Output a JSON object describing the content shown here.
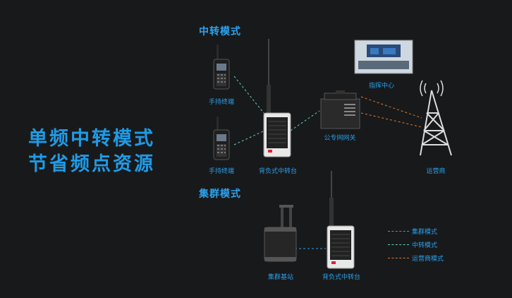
{
  "headline": {
    "line1": "单频中转模式",
    "line2": "节省频点资源"
  },
  "sections": {
    "relay_mode": "中转模式",
    "trunk_mode": "集群模式"
  },
  "nodes": {
    "handheld_1": "手持终端",
    "handheld_2": "手持终端",
    "backpack_relay_top": "背负式中转台",
    "gateway": "公专网网关",
    "command_center": "指挥中心",
    "operator": "运营商",
    "trunk_base": "集群基站",
    "backpack_relay_bottom": "背负式中转台"
  },
  "legend": [
    {
      "label": "集群模式",
      "color": "#2aa3ee"
    },
    {
      "label": "中转模式",
      "color": "#5fd3b0"
    },
    {
      "label": "运营商模式",
      "color": "#e07a2a"
    }
  ],
  "colors": {
    "accent": "#1e9be6",
    "relay_line": "#5fd3b0",
    "trunk_line": "#2aa3ee",
    "operator_line": "#e07a2a",
    "background": "#18191b"
  }
}
